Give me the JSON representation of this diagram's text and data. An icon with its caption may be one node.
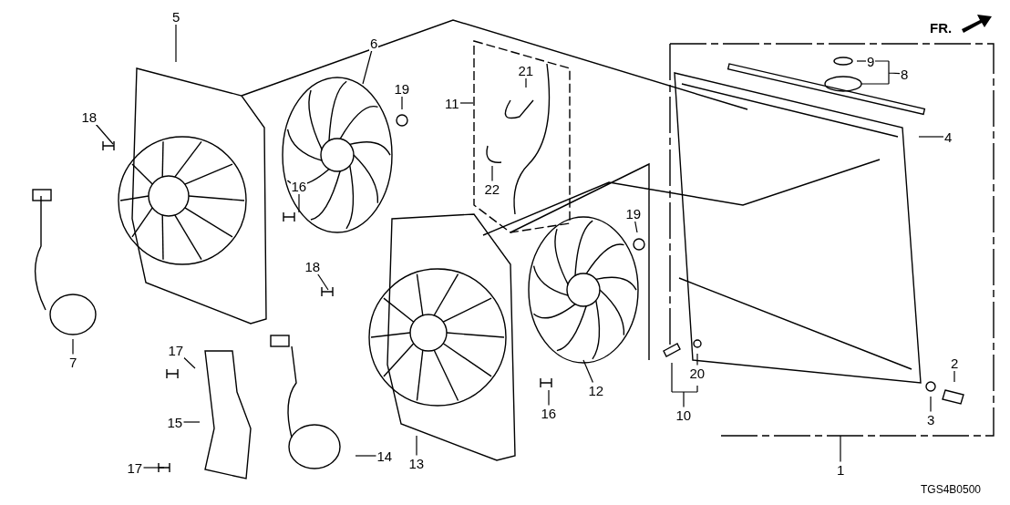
{
  "diagram": {
    "nodes": [
      {
        "text": [
          "5"
        ]
      },
      {
        "text": [
          "6"
        ]
      },
      {
        "text": [
          "19"
        ]
      },
      {
        "text": [
          "21"
        ]
      },
      {
        "text": [
          "9"
        ]
      },
      {
        "text": [
          "8"
        ]
      },
      {
        "text": [
          "11"
        ]
      },
      {
        "text": [
          "22"
        ]
      },
      {
        "text": [
          "4"
        ]
      },
      {
        "text": [
          "18"
        ]
      },
      {
        "text": [
          "16"
        ]
      },
      {
        "text": [
          "18"
        ]
      },
      {
        "text": [
          "19"
        ]
      },
      {
        "text": [
          "7"
        ]
      },
      {
        "text": [
          "17"
        ]
      },
      {
        "text": [
          "15"
        ]
      },
      {
        "text": [
          "17"
        ]
      },
      {
        "text": [
          "14"
        ]
      },
      {
        "text": [
          "13"
        ]
      },
      {
        "text": [
          "16"
        ]
      },
      {
        "text": [
          "12"
        ]
      },
      {
        "text": [
          "20"
        ]
      },
      {
        "text": [
          "10"
        ]
      },
      {
        "text": [
          "2"
        ]
      },
      {
        "text": [
          "3"
        ]
      },
      {
        "text": [
          "1"
        ]
      }
    ],
    "edges": [
      {
        "from": 0,
        "to": null,
        "arrow": "none"
      },
      {
        "from": 1,
        "to": null,
        "arrow": "none"
      },
      {
        "from": 2,
        "to": null,
        "arrow": "none"
      },
      {
        "from": 3,
        "to": null,
        "arrow": "none"
      },
      {
        "from": 4,
        "to": null,
        "arrow": "none"
      },
      {
        "from": 5,
        "to": null,
        "arrow": "none"
      },
      {
        "from": 6,
        "to": null,
        "arrow": "none"
      },
      {
        "from": 7,
        "to": null,
        "arrow": "none"
      },
      {
        "from": 8,
        "to": null,
        "arrow": "none"
      },
      {
        "from": 9,
        "to": null,
        "arrow": "none"
      },
      {
        "from": 10,
        "to": null,
        "arrow": "none"
      },
      {
        "from": 11,
        "to": null,
        "arrow": "none"
      },
      {
        "from": 12,
        "to": null,
        "arrow": "none"
      },
      {
        "from": 13,
        "to": null,
        "arrow": "none"
      },
      {
        "from": 14,
        "to": null,
        "arrow": "none"
      },
      {
        "from": 15,
        "to": null,
        "arrow": "none"
      },
      {
        "from": 16,
        "to": null,
        "arrow": "none"
      },
      {
        "from": 17,
        "to": null,
        "arrow": "none"
      },
      {
        "from": 18,
        "to": null,
        "arrow": "none"
      },
      {
        "from": 19,
        "to": null,
        "arrow": "none"
      },
      {
        "from": 20,
        "to": null,
        "arrow": "none"
      },
      {
        "from": 21,
        "to": null,
        "arrow": "none"
      },
      {
        "from": 22,
        "to": null,
        "arrow": "none"
      },
      {
        "from": 23,
        "to": null,
        "arrow": "none"
      },
      {
        "from": 24,
        "to": null,
        "arrow": "none"
      },
      {
        "from": 25,
        "to": null,
        "arrow": "none"
      }
    ],
    "labels": [
      "FR.",
      "TGS4B0500"
    ]
  }
}
